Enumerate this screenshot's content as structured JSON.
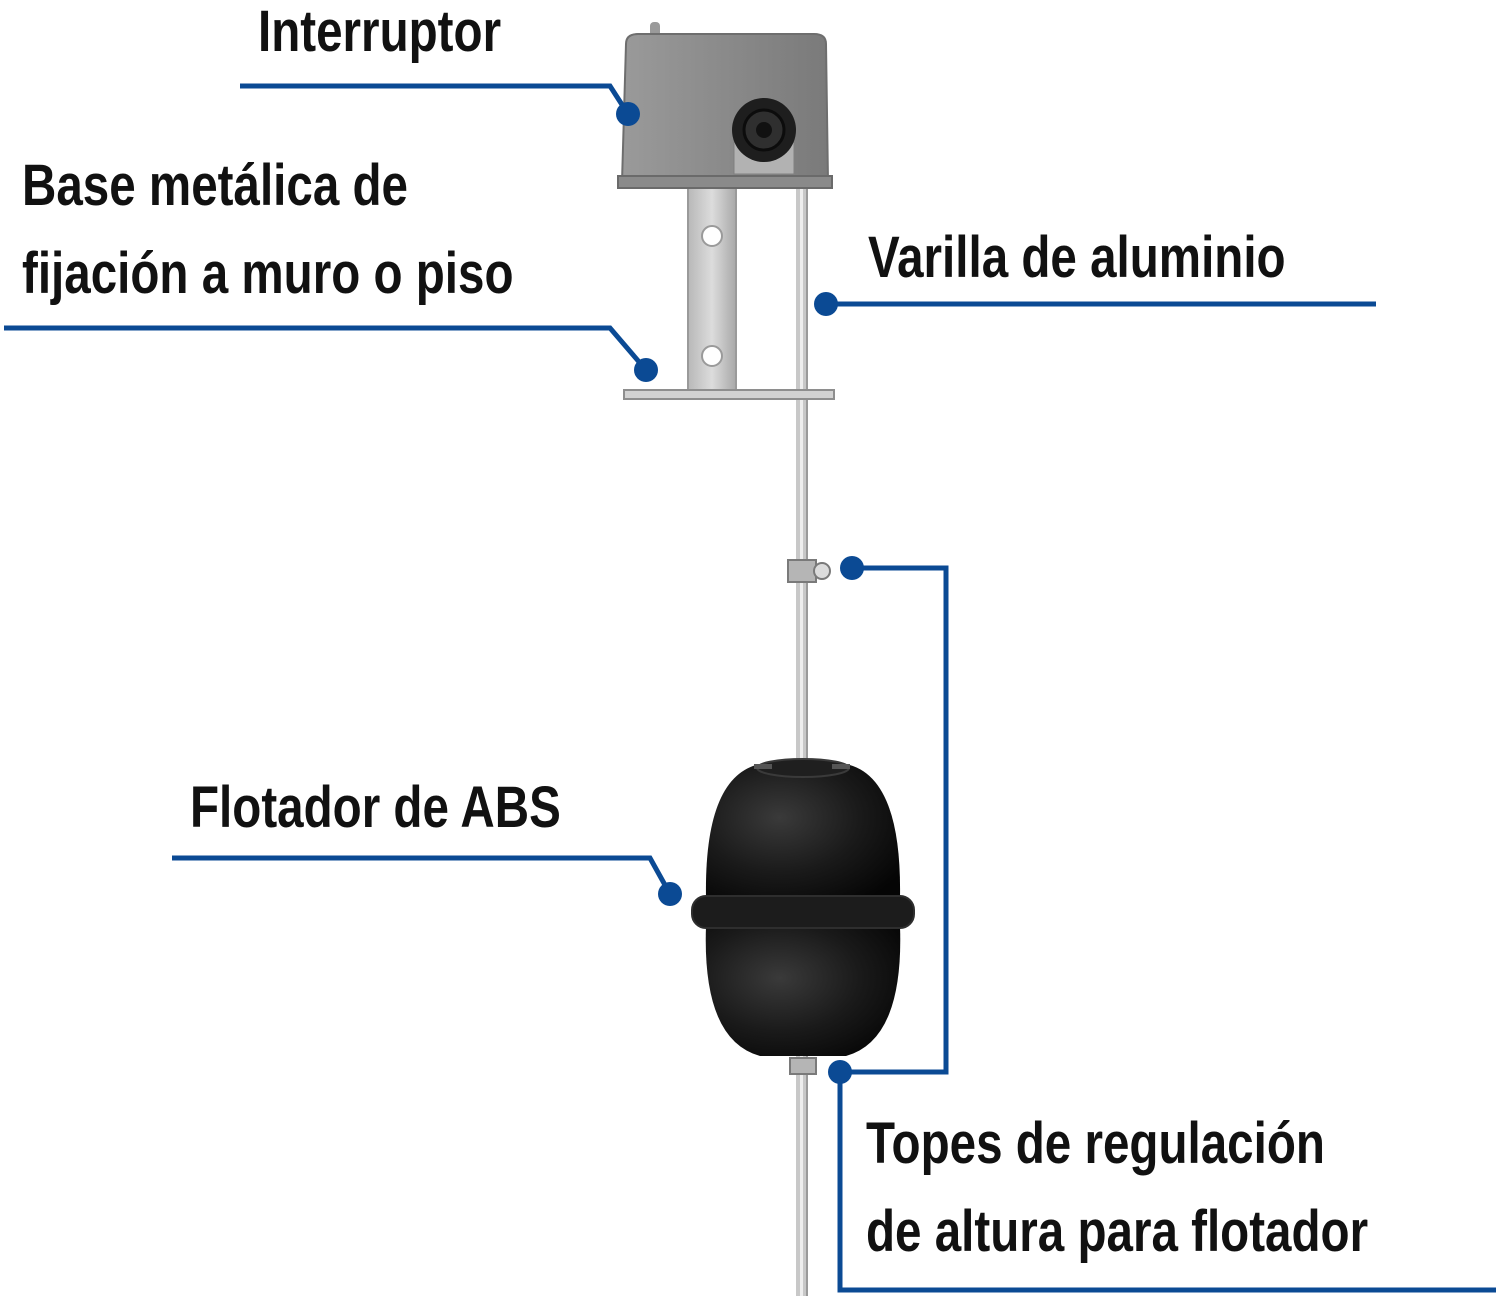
{
  "labels": {
    "interruptor": "Interruptor",
    "base_line1": "Base metálica de",
    "base_line2": "fijación a muro o piso",
    "varilla": "Varilla de aluminio",
    "flotador": "Flotador de ABS",
    "topes_line1": "Topes de regulación",
    "topes_line2": "de altura para flotador"
  },
  "colors": {
    "leader": "#0b4a94",
    "text": "#111111",
    "switch_body": "#8c8c8c",
    "float_body": "#161616",
    "bracket": "#c4c4c4"
  }
}
